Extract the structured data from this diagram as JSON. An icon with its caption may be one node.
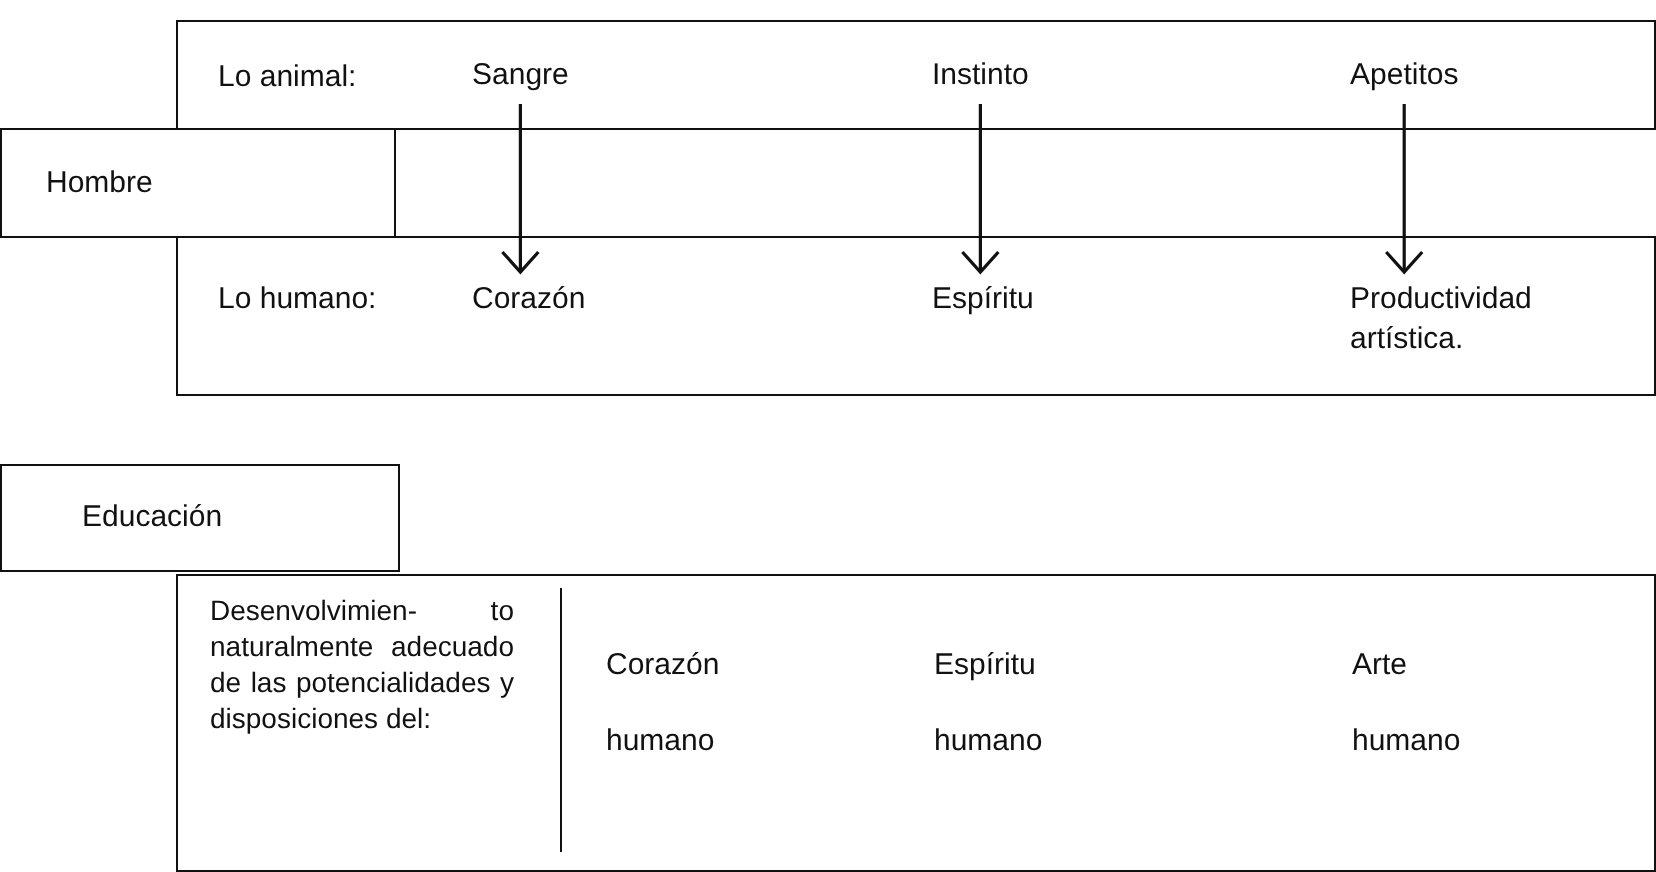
{
  "diagram": {
    "nodes": [
      {
        "text": [
          "Lo animal:"
        ]
      },
      {
        "text": [
          "Sangre"
        ],
        "in": 0
      },
      {
        "text": [
          "Instinto"
        ],
        "in": 0
      },
      {
        "text": [
          "Apetitos"
        ],
        "in": 0
      },
      {
        "text": [
          "Hombre"
        ]
      },
      {
        "text": [
          "Lo humano:"
        ]
      },
      {
        "text": [
          "Corazón"
        ],
        "in": 5
      },
      {
        "text": [
          "Espíritu"
        ],
        "in": 5
      },
      {
        "text": [
          "Productividad artística."
        ],
        "in": 5
      },
      {
        "text": [
          "Educación"
        ]
      },
      {
        "text": [
          "Desenvolvimien- to naturalmente adecuado de las potencialidades y disposiciones del:",
          "Corazón humano",
          "Espíritu humano",
          "Arte humano"
        ]
      }
    ],
    "edges": [
      {
        "from": 1,
        "to": 6,
        "arrow": "to"
      },
      {
        "from": 2,
        "to": 7,
        "arrow": "to"
      },
      {
        "from": 3,
        "to": 8,
        "arrow": "to"
      }
    ]
  }
}
